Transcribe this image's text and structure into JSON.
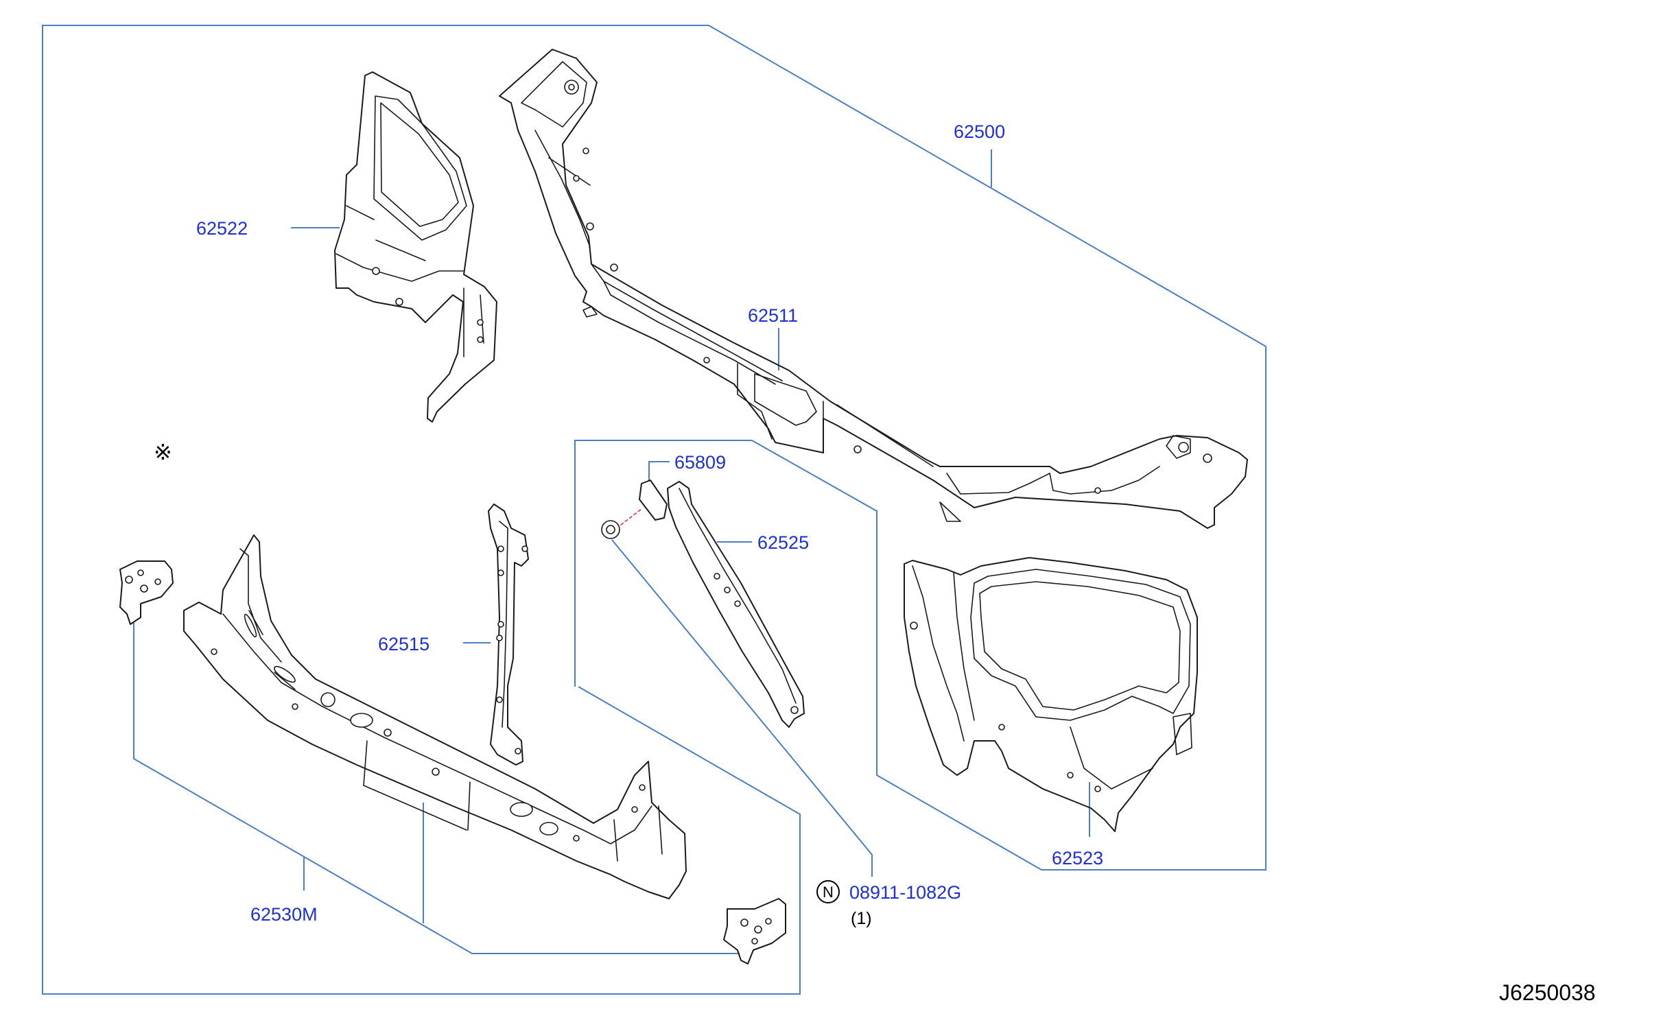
{
  "diagram_id": "J6250038",
  "special_mark": "※",
  "parts": {
    "p62500": "62500",
    "p62522": "62522",
    "p62511": "62511",
    "p65809": "65809",
    "p62525": "62525",
    "p62515": "62515",
    "p62523": "62523",
    "p62530m": "62530M",
    "fastener": {
      "symbol": "N",
      "number": "08911-1082G",
      "quantity": "(1)"
    }
  }
}
